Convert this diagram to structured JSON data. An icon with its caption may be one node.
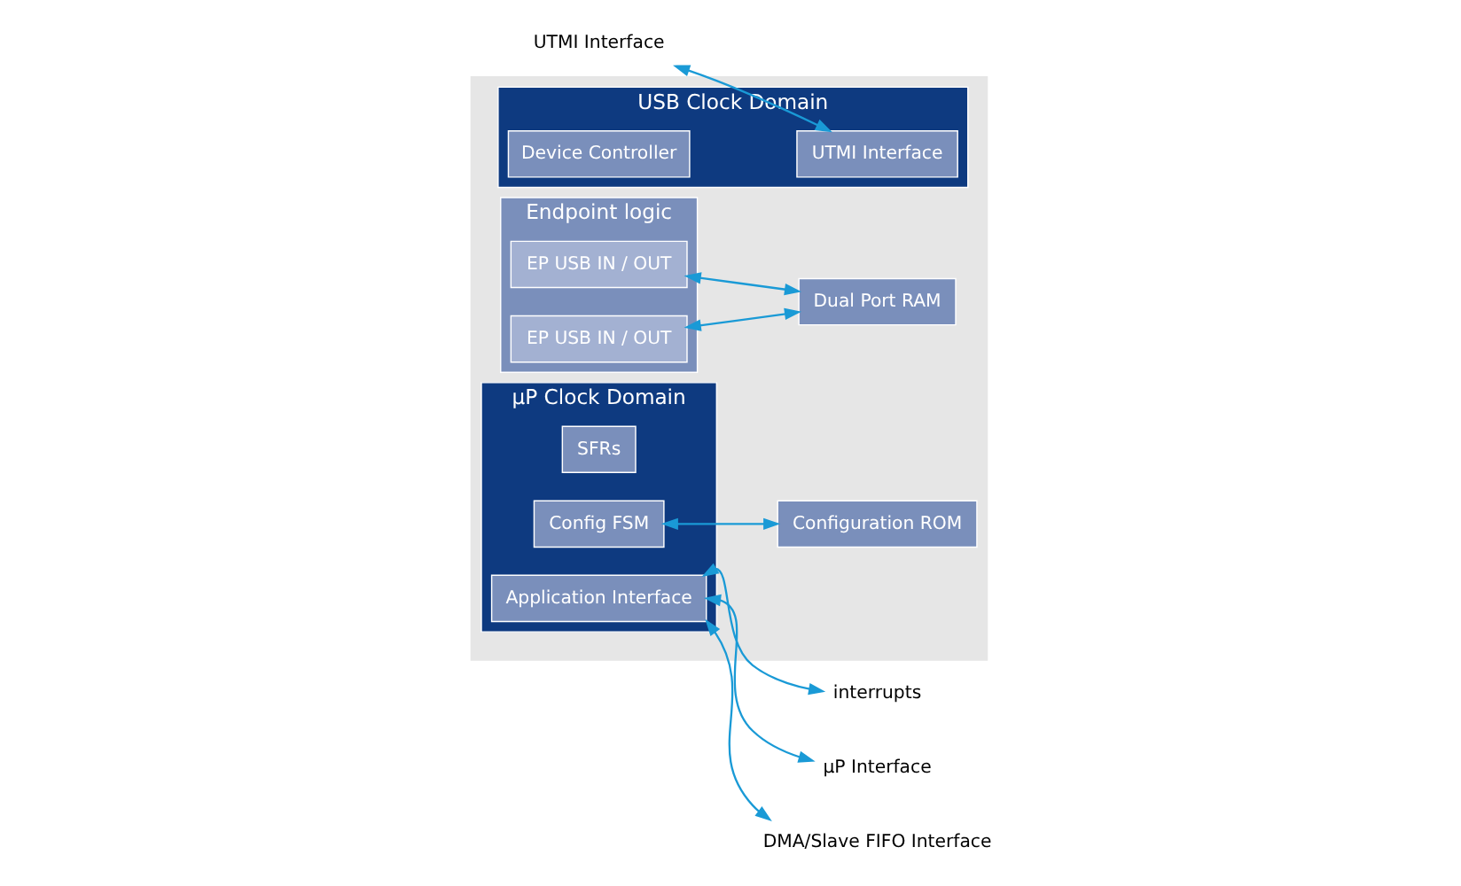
{
  "diagram": {
    "nodes": [
      {
        "text": [],
        "shape": "box"
      },
      {
        "text": [
          "USB Clock Domain"
        ],
        "in": 0
      },
      {
        "text": [
          "UTMI Interface"
        ],
        "in": 1
      },
      {
        "text": [
          "Device Controller"
        ],
        "in": 1
      },
      {
        "text": [
          "Endpoint logic"
        ],
        "in": 0
      },
      {
        "text": [
          "EP USB IN / OUT"
        ],
        "in": 4
      },
      {
        "text": [
          "EP USB IN / OUT"
        ],
        "in": 4
      },
      {
        "text": [
          "µP Clock Domain"
        ],
        "in": 0
      },
      {
        "text": [
          "SFRs"
        ],
        "in": 7
      },
      {
        "text": [
          "Application Interface"
        ],
        "in": 7
      },
      {
        "text": [
          "Config FSM"
        ],
        "in": 7
      },
      {
        "text": [
          "Dual Port RAM"
        ],
        "in": 0
      },
      {
        "text": [
          "Configuration ROM"
        ],
        "in": 0
      },
      {
        "text": [
          "UTMI Interface"
        ]
      },
      {
        "text": [
          "interrupts"
        ]
      },
      {
        "text": [
          "µP Interface"
        ]
      },
      {
        "text": [
          "DMA/Slave FIFO Interface"
        ]
      }
    ],
    "edges": [
      {
        "from": 13,
        "to": 2,
        "arrow": "both"
      },
      {
        "from": 9,
        "to": 14,
        "arrow": "both"
      },
      {
        "from": 9,
        "to": 15,
        "arrow": "both"
      },
      {
        "from": 9,
        "to": 16,
        "arrow": "both"
      },
      {
        "from": 5,
        "to": 11,
        "arrow": "both"
      },
      {
        "from": 6,
        "to": 11,
        "arrow": "both"
      },
      {
        "from": 10,
        "to": 12,
        "arrow": "both"
      }
    ]
  }
}
